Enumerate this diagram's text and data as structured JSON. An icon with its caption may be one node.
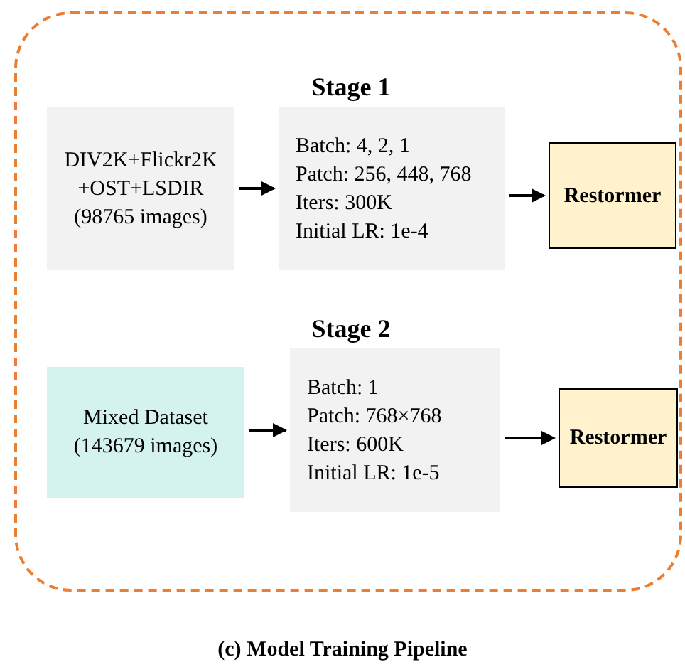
{
  "diagram": {
    "caption": "(c) Model Training Pipeline",
    "nodes": [
      {
        "text": [],
        "shape": "box"
      },
      {
        "text": [
          "DIV2K+Flickr2K +OST+LSDIR",
          "(98765 images)"
        ],
        "in": 0
      },
      {
        "text": [
          "Batch: 4, 2, 1",
          "Patch: 256, 448, 768",
          "Iters: 300K",
          "Initial LR: 1e-4"
        ],
        "in": 0
      },
      {
        "text": [
          "Restormer"
        ],
        "in": 0
      },
      {
        "text": [
          "Mixed Dataset",
          "(143679 images)"
        ],
        "in": 0
      },
      {
        "text": [
          "Batch: 1",
          "Patch: 768×768",
          "Iters: 600K",
          "Initial LR: 1e-5"
        ],
        "in": 0
      },
      {
        "text": [
          "Restormer"
        ],
        "in": 0
      }
    ],
    "edges": [
      {
        "from": 1,
        "to": 2,
        "arrow": "to"
      },
      {
        "from": 2,
        "to": 3,
        "arrow": "to"
      },
      {
        "from": 4,
        "to": 5,
        "arrow": "to"
      },
      {
        "from": 5,
        "to": 6,
        "arrow": "to"
      }
    ],
    "labels": [
      "Stage 1",
      "Stage 2"
    ]
  }
}
